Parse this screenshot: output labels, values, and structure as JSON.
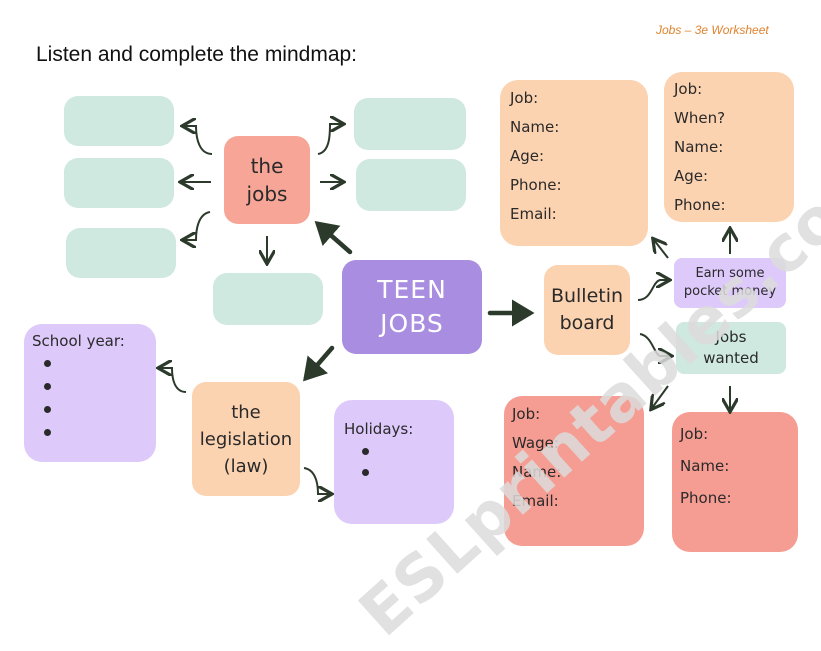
{
  "header": "Jobs – 3e Worksheet",
  "instruction": "Listen and complete the mindmap:",
  "center": {
    "line1": "TEEN",
    "line2": "JOBS"
  },
  "jobs_node": {
    "line1": "the",
    "line2": "jobs"
  },
  "legislation_node": {
    "line1": "the",
    "line2": "legislation",
    "line3": "(law)"
  },
  "bulletin_node": {
    "line1": "Bulletin",
    "line2": "board"
  },
  "pocket_money": {
    "line1": "Earn some",
    "line2": "pocket money"
  },
  "jobs_wanted": {
    "line1": "Jobs",
    "line2": "wanted"
  },
  "card_top_left": {
    "f1": "Job:",
    "f2": "Name:",
    "f3": "Age:",
    "f4": "Phone:",
    "f5": "Email:"
  },
  "card_top_right": {
    "f1": "Job:",
    "f2": "When?",
    "f3": "Name:",
    "f4": "Age:",
    "f5": "Phone:"
  },
  "card_bottom_left": {
    "f1": "Job:",
    "f2": "Wage:",
    "f3": "Name:",
    "f4": "Email:"
  },
  "card_bottom_right": {
    "f1": "Job:",
    "f2": "Name:",
    "f3": "Phone:"
  },
  "school_year": {
    "title": "School year:"
  },
  "holidays": {
    "title": "Holidays:"
  },
  "watermark": "ESLprintables.com",
  "colors": {
    "mint": "#cfe8e0",
    "salmon": "#f7a597",
    "peach": "#fcd3b1",
    "lavender": "#ddc9fa",
    "purple": "#a88de0",
    "pink": "#f59d93"
  }
}
